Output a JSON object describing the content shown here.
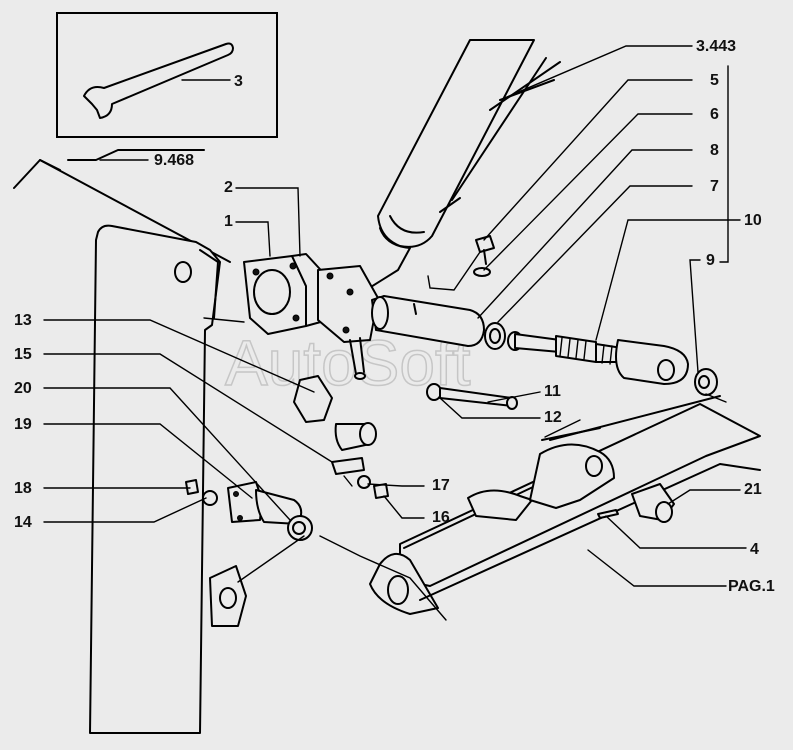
{
  "watermark": "AutoSoft",
  "labels": {
    "p3443": "3.443",
    "p9468": "9.468",
    "pag1": "PAG.1",
    "p1": "1",
    "p2": "2",
    "p3": "3",
    "p4": "4",
    "p5": "5",
    "p6": "6",
    "p7": "7",
    "p8": "8",
    "p9": "9",
    "p10": "10",
    "p11": "11",
    "p12": "12",
    "p13": "13",
    "p14": "14",
    "p15": "15",
    "p16": "16",
    "p17": "17",
    "p18": "18",
    "p19": "19",
    "p20": "20",
    "p21": "21"
  }
}
